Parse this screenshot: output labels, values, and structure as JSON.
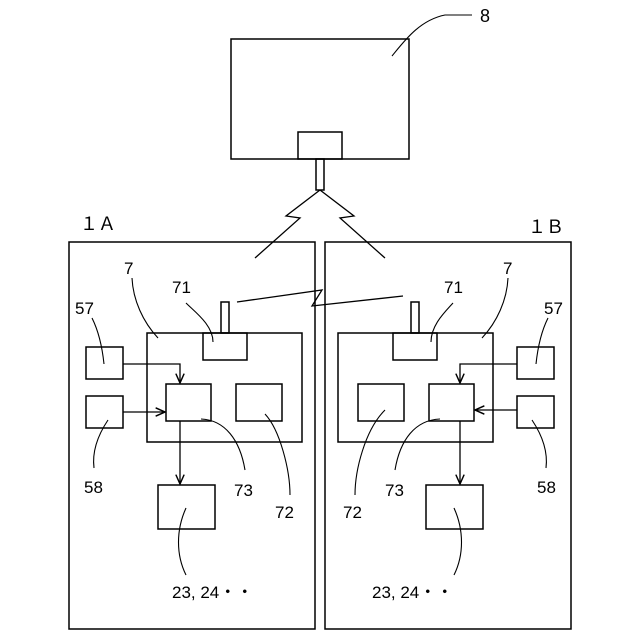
{
  "server": {
    "ref": "8"
  },
  "units": {
    "a": {
      "name": "１Ａ",
      "controller": "7",
      "antenna": "71",
      "storage": "72",
      "processor": "73",
      "sensor_top": "57",
      "sensor_bottom": "58",
      "devices": "23, 24・・"
    },
    "b": {
      "name": "１Ｂ",
      "controller": "7",
      "antenna": "71",
      "storage": "72",
      "processor": "73",
      "sensor_top": "57",
      "sensor_bottom": "58",
      "devices": "23, 24・・"
    }
  }
}
